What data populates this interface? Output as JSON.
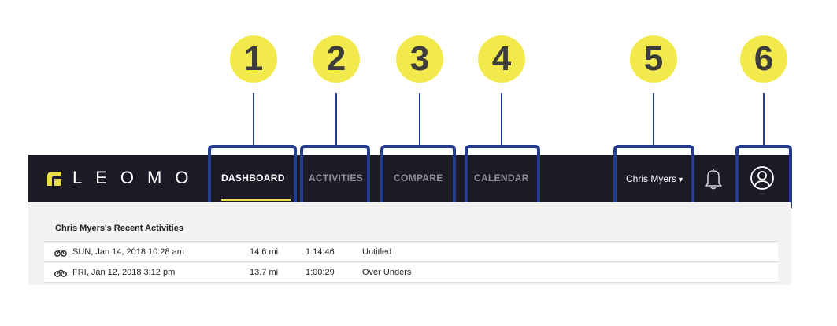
{
  "callouts": [
    "1",
    "2",
    "3",
    "4",
    "5",
    "6"
  ],
  "logo": {
    "text": "LEOMO"
  },
  "nav": {
    "items": [
      {
        "label": "DASHBOARD"
      },
      {
        "label": "ACTIVITIES"
      },
      {
        "label": "COMPARE"
      },
      {
        "label": "CALENDAR"
      }
    ],
    "active": "DASHBOARD",
    "user_name": "Chris Myers",
    "user_caret": "▼"
  },
  "icons": {
    "logo": "leomo-logo-icon",
    "notifications": "bell-icon",
    "profile": "profile-icon",
    "activity": "bike-icon"
  },
  "colors": {
    "navbar": "#1c1a26",
    "accent": "#e8dc4a",
    "callout_fill": "#f2ea4c",
    "callout_border": "#233c8e"
  },
  "recent": {
    "title": "Chris Myers's Recent Activities",
    "rows": [
      {
        "date": "SUN, Jan 14, 2018 10:28 am",
        "distance": "14.6 mi",
        "duration": "1:14:46",
        "name": "Untitled"
      },
      {
        "date": "FRI, Jan 12, 2018 3:12 pm",
        "distance": "13.7 mi",
        "duration": "1:00:29",
        "name": "Over Unders"
      }
    ]
  }
}
